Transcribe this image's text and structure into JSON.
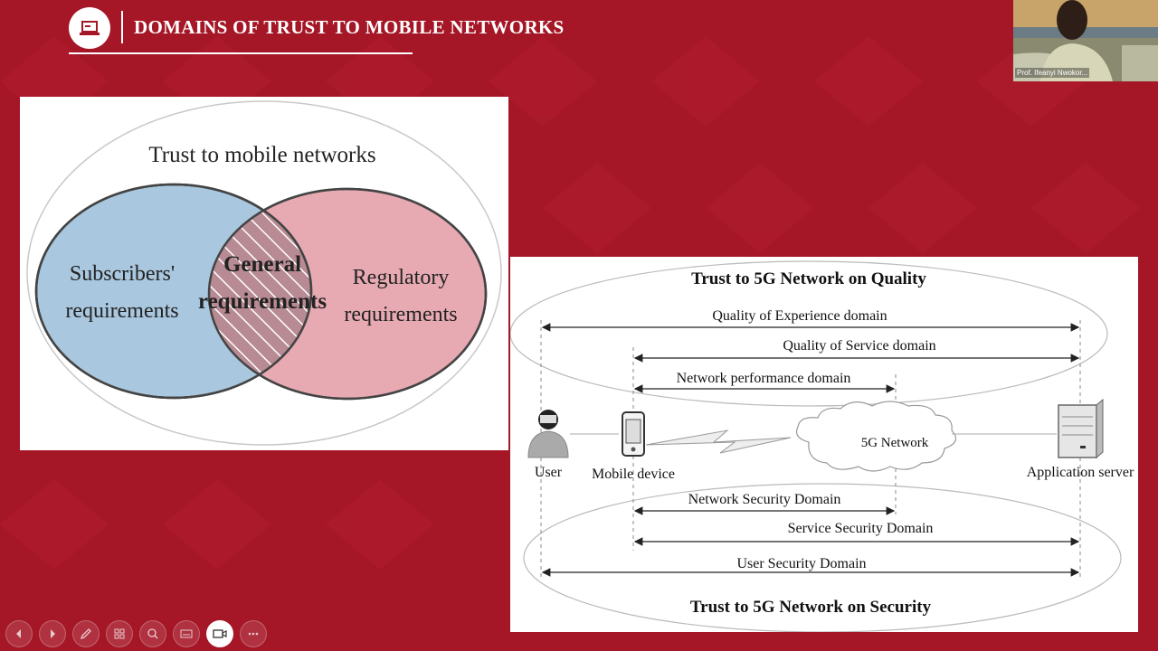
{
  "slide": {
    "title": "DOMAINS OF TRUST  TO MOBILE NETWORKS",
    "header_icon": "laptop-icon"
  },
  "venn": {
    "outer_label": "Trust to mobile networks",
    "left_label_1": "Subscribers'",
    "left_label_2": "requirements",
    "center_label_1": "General",
    "center_label_2": "requirements",
    "right_label_1": "Regulatory",
    "right_label_2": "requirements"
  },
  "diagram": {
    "top_title": "Trust to 5G Network on Quality",
    "qoe": "Quality of Experience domain",
    "qos": "Quality of Service domain",
    "npd": "Network performance domain",
    "user": "User",
    "mobile": "Mobile device",
    "network": "5G Network",
    "server": "Application server",
    "nsd": "Network Security Domain",
    "ssd": "Service Security Domain",
    "usd": "User Security Domain",
    "bottom_title": "Trust to 5G Network on Security"
  },
  "video": {
    "participant_name": "Prof. Ifeanyi Nwokor..."
  },
  "toolbar": {
    "buttons": [
      "previous-slide-icon",
      "next-slide-icon",
      "pen-icon",
      "slides-grid-icon",
      "zoom-icon",
      "subtitles-icon",
      "camera-icon",
      "more-icon"
    ]
  },
  "colors": {
    "background": "#a51626",
    "venn_left": "#a9c7de",
    "venn_right": "#e8aab2"
  }
}
